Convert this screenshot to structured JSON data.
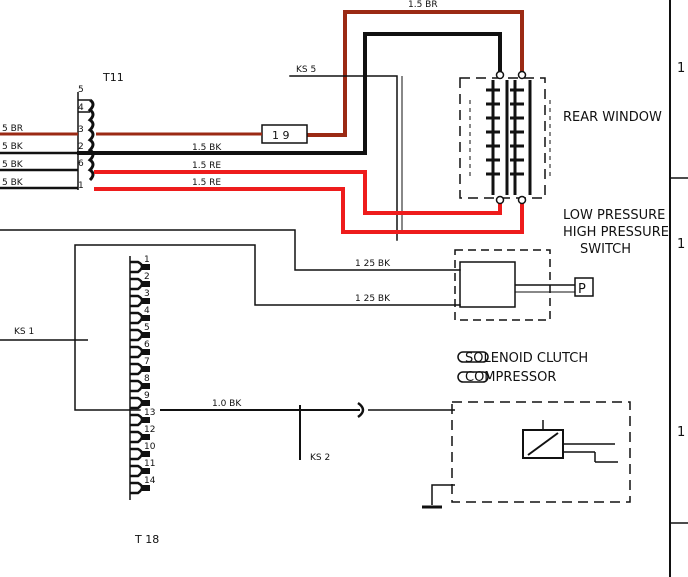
{
  "labels": {
    "top_wire": "1.5 BR",
    "ks5": "KS 5",
    "t11": "T11",
    "left_br": "5 BR",
    "left_bk1": "5 BK",
    "left_bk2": "5 BK",
    "left_bk3": "5 BK",
    "t11_pin5": "5",
    "t11_pin4": "4",
    "t11_pin3": "3",
    "t11_pin2": "2",
    "t11_pin6": "6",
    "t11_pin1": "1",
    "w_15bk": "1.5 BK",
    "w_15re_a": "1.5 RE",
    "w_15re_b": "1.5 RE",
    "box19": "1 9",
    "rear_window": "REAR WINDOW",
    "lp_line1": "LOW PRESSURE",
    "lp_line2": "HIGH PRESSURE",
    "lp_line3": "SWITCH",
    "w_125bk_a": "1 25 BK",
    "w_125bk_b": "1 25 BK",
    "p_box": "P",
    "ks1": "KS 1",
    "solenoid_1": "SOLENOID CLUTCH",
    "solenoid_2": "COMPRESSOR",
    "w_10bk": "1.0 BK",
    "ks2": "KS 2",
    "t18": "T 18",
    "t18_pins": [
      "1",
      "2",
      "3",
      "4",
      "5",
      "6",
      "7",
      "8",
      "9",
      "13",
      "12",
      "10",
      "11",
      "14"
    ]
  },
  "colors": {
    "brown": "#9b2a14",
    "red": "#ee1c1c",
    "black": "#111111"
  },
  "icons": [
    "ground-symbol",
    "rear-window-heater-grid",
    "pressure-switch-symbol",
    "solenoid-clutch-symbol",
    "connector-t11",
    "connector-t18"
  ]
}
